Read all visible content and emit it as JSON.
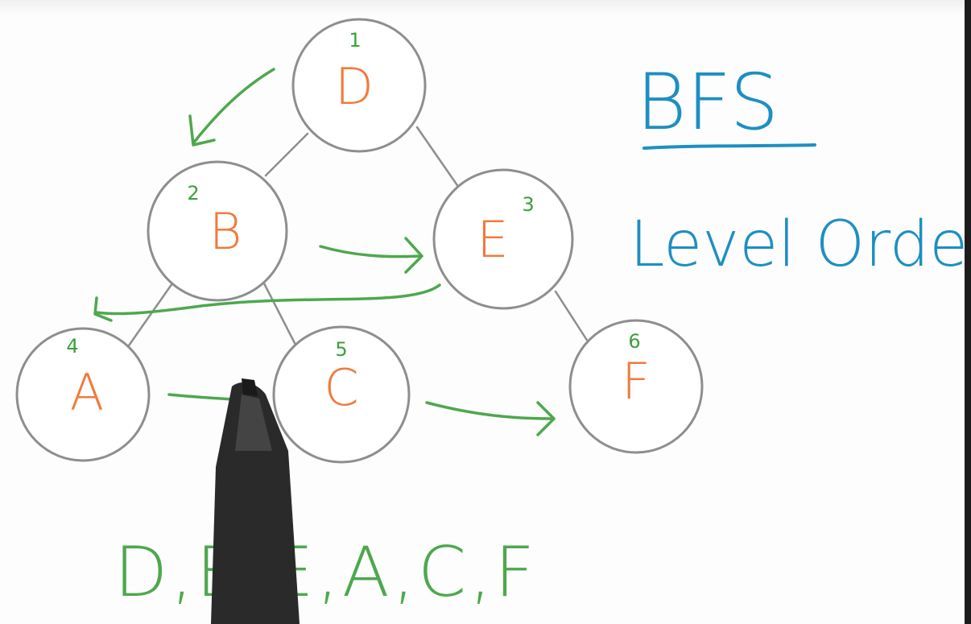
{
  "title": "BFS",
  "subtitle": "Level Order",
  "traversal_sequence": "D,B,E,A,C,F",
  "nodes": [
    {
      "id": "D",
      "label": "D",
      "order": "1"
    },
    {
      "id": "B",
      "label": "B",
      "order": "2"
    },
    {
      "id": "E",
      "label": "E",
      "order": "3"
    },
    {
      "id": "A",
      "label": "A",
      "order": "4"
    },
    {
      "id": "C",
      "label": "C",
      "order": "5"
    },
    {
      "id": "F",
      "label": "F",
      "order": "6"
    }
  ],
  "edges": [
    {
      "from": "D",
      "to": "B"
    },
    {
      "from": "D",
      "to": "E"
    },
    {
      "from": "B",
      "to": "A"
    },
    {
      "from": "B",
      "to": "C"
    },
    {
      "from": "E",
      "to": "F"
    }
  ],
  "colors": {
    "node_label": "#f07a3c",
    "arrows_and_order": "#4da84d",
    "title": "#1d8fc2",
    "node_outline": "#8e8e8e"
  }
}
